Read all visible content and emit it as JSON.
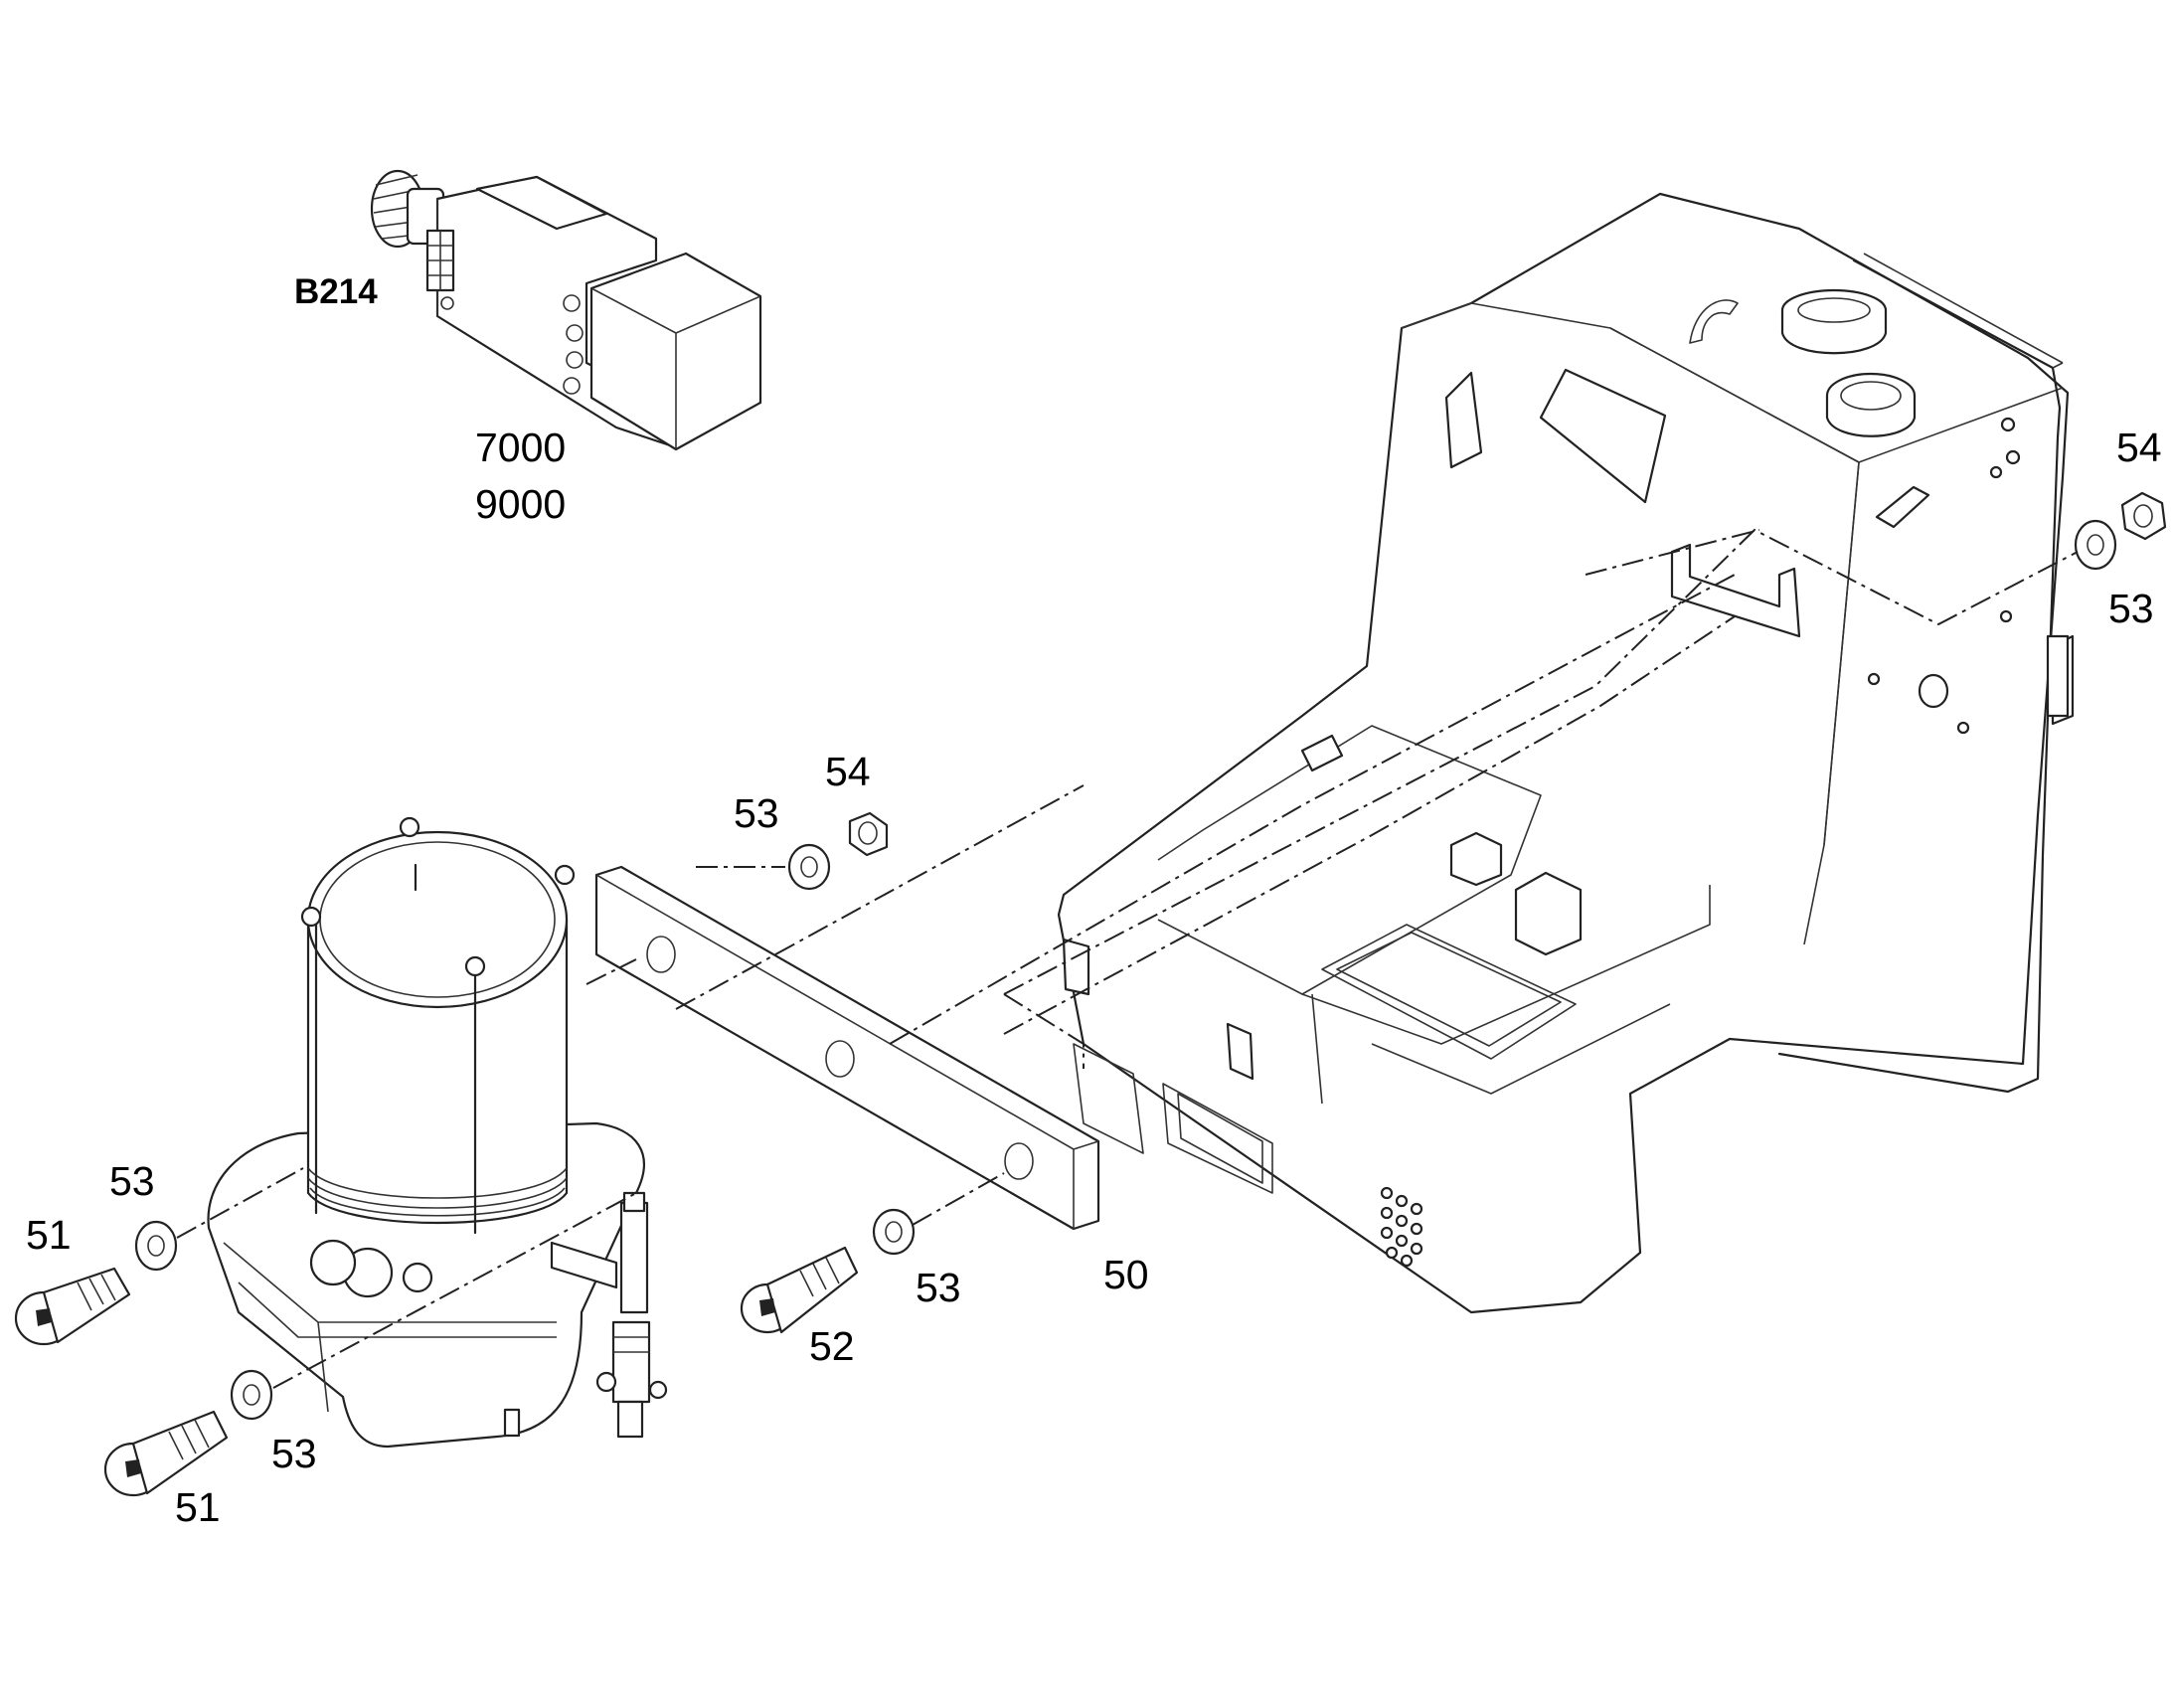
{
  "sensor_label": "B214",
  "variant_codes": [
    "7000",
    "9000"
  ],
  "callouts": {
    "p50": "50",
    "p51a": "51",
    "p51b": "51",
    "p52": "52",
    "p53a": "53",
    "p53b": "53",
    "p53c": "53",
    "p53d": "53",
    "p53e": "53",
    "p54a": "54",
    "p54b": "54"
  }
}
